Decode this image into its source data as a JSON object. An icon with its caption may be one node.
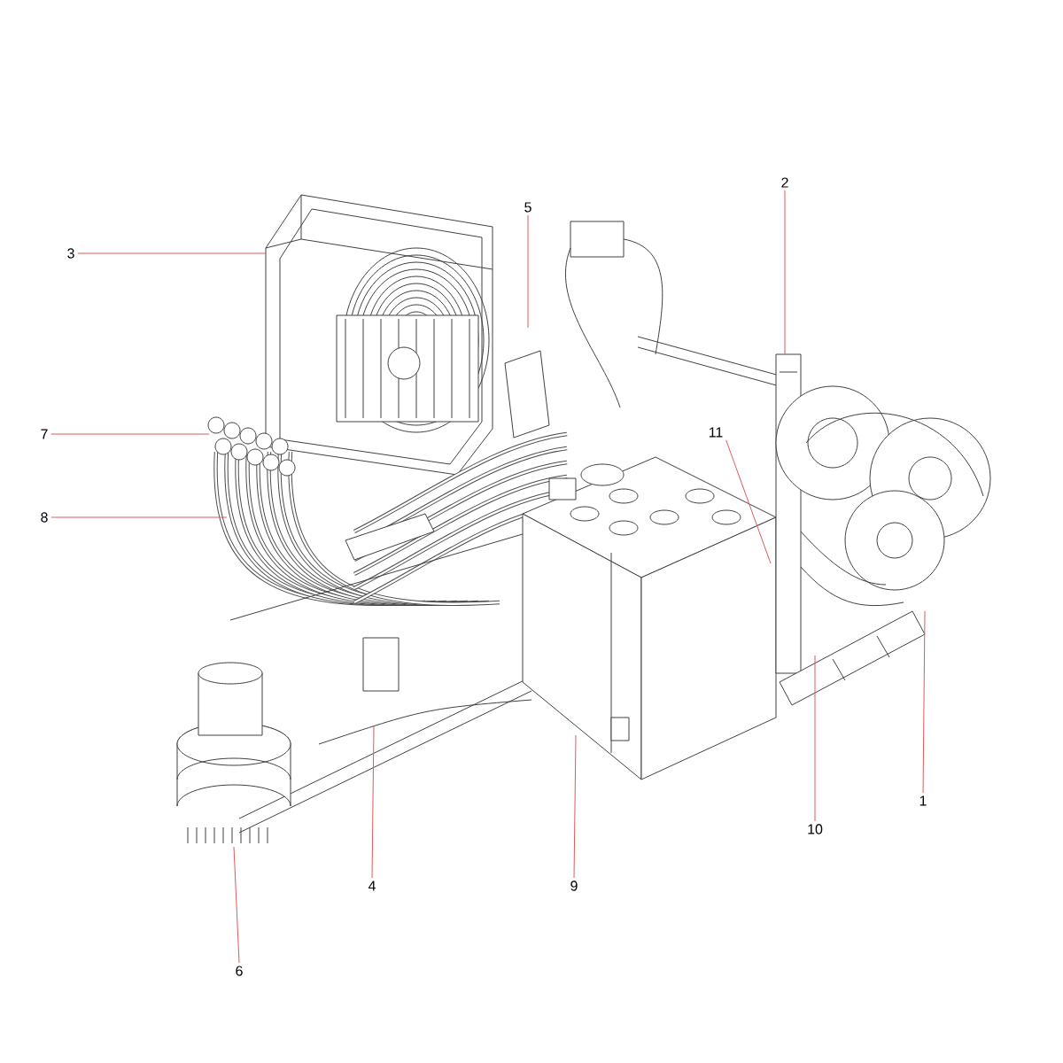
{
  "diagram": {
    "nodes": [
      {
        "text": [
          "1"
        ]
      },
      {
        "text": [
          "2"
        ]
      },
      {
        "text": [
          "3"
        ]
      },
      {
        "text": [
          "4"
        ]
      },
      {
        "text": [
          "5"
        ]
      },
      {
        "text": [
          "6"
        ]
      },
      {
        "text": [
          "7"
        ]
      },
      {
        "text": [
          "8"
        ]
      },
      {
        "text": [
          "9"
        ]
      },
      {
        "text": [
          "10"
        ]
      },
      {
        "text": [
          "11"
        ]
      }
    ],
    "edges": [
      {
        "from": 0,
        "to": null,
        "arrow": "none"
      },
      {
        "from": 1,
        "to": null,
        "arrow": "none"
      },
      {
        "from": 2,
        "to": null,
        "arrow": "none"
      },
      {
        "from": 3,
        "to": null,
        "arrow": "none"
      },
      {
        "from": 4,
        "to": null,
        "arrow": "none"
      },
      {
        "from": 5,
        "to": null,
        "arrow": "none"
      },
      {
        "from": 6,
        "to": null,
        "arrow": "none"
      },
      {
        "from": 7,
        "to": null,
        "arrow": "none"
      },
      {
        "from": 8,
        "to": null,
        "arrow": "none"
      },
      {
        "from": 9,
        "to": null,
        "arrow": "none"
      },
      {
        "from": 10,
        "to": null,
        "arrow": "none"
      }
    ]
  }
}
